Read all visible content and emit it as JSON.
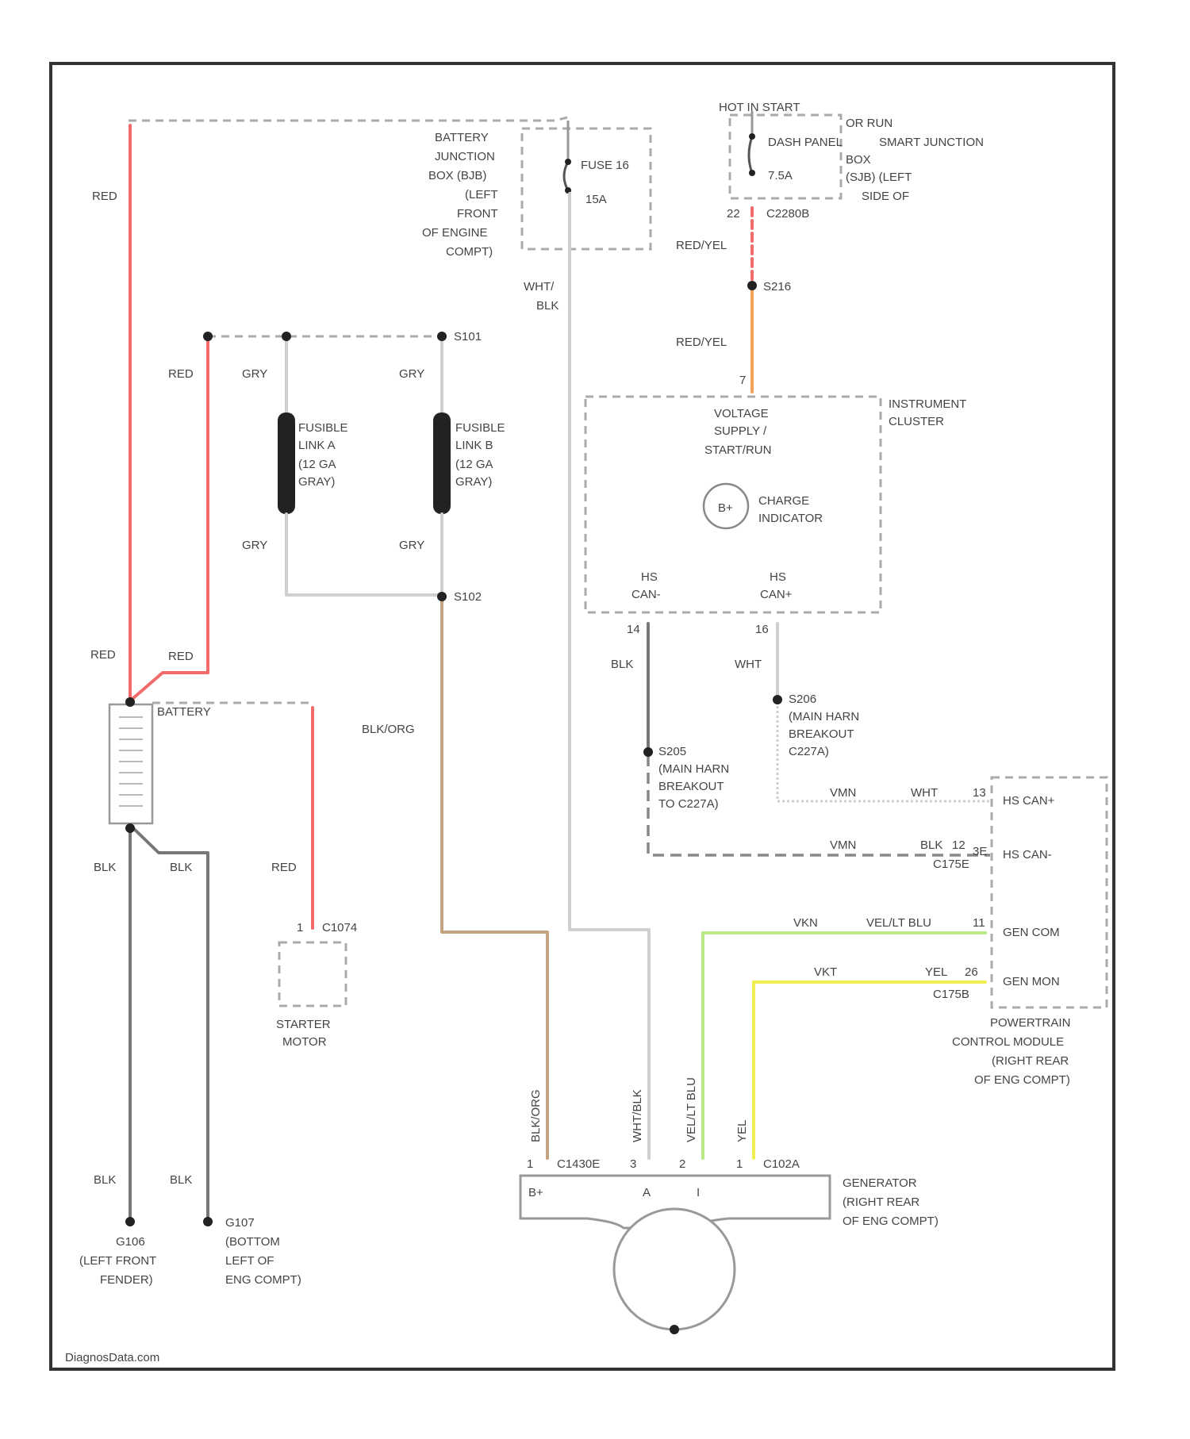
{
  "diagram": {
    "border_color": "#333333",
    "wire_colors": {
      "red": "#f26b6b",
      "gray": "#a8a8a8",
      "dark_gray": "#777777",
      "tan": "#c4a382",
      "light_gray": "#cfcfcf",
      "orange": "#f2a35a",
      "light_green": "#b7ea84",
      "yellow": "#f1ee55"
    },
    "labels": {
      "red_main": "RED",
      "red_mid": "RED",
      "red_left_lower": "RED",
      "red_right_lower": "RED",
      "red_starter": "RED",
      "blk_left": "BLK",
      "blk_right": "BLK",
      "blk_left_lower": "BLK",
      "blk_right_lower": "BLK",
      "gry_fl_a_top": "GRY",
      "gry_fl_a_bot": "GRY",
      "gry_fl_b_top": "GRY",
      "gry_fl_b_bot": "GRY",
      "blk_org_vertical": "BLK/ORG",
      "wht_blk_1": "WHT/",
      "wht_blk_2": "BLK",
      "red_yel_1": "RED/YEL",
      "red_yel_2": "RED/YEL",
      "blk_cluster": "BLK",
      "wht_cluster": "WHT",
      "splice_s101": "S101",
      "splice_s102": "S102",
      "splice_s216": "S216",
      "hot_in_start": "HOT IN START",
      "or_run": "OR RUN",
      "dash_panel_fuse": "DASH PANEL",
      "fuse_7_5a": "7.5A",
      "smart_jb": "SMART JUNCTION",
      "box_2": "BOX",
      "sjb_loc_1": "(SJB) (LEFT",
      "sjb_loc_2": "SIDE OF",
      "pin_22": "22",
      "conn_c2280b": "C2280B",
      "bjb_1": "BATTERY",
      "bjb_2": "JUNCTION",
      "bjb_3": "BOX (BJB)",
      "bjb_4": "(LEFT",
      "bjb_5": "FRONT",
      "bjb_6": "OF ENGINE",
      "bjb_7": "COMPT)",
      "fuse_16": "FUSE 16",
      "fuse_15a": "15A",
      "fl_a_1": "FUSIBLE",
      "fl_a_2": "LINK A",
      "fl_a_3": "(12 GA",
      "fl_a_4": "GRAY)",
      "fl_b_1": "FUSIBLE",
      "fl_b_2": "LINK B",
      "fl_b_3": "(12 GA",
      "fl_b_4": "GRAY)",
      "ic_1": "INSTRUMENT",
      "ic_2": "CLUSTER",
      "ic_pin_7": "7",
      "vs_1": "VOLTAGE",
      "vs_2": "SUPPLY /",
      "vs_3": "START/RUN",
      "charge_1": "CHARGE",
      "charge_2": "INDICATOR",
      "hscan_minus_1": "HS",
      "hscan_minus_2": "CAN-",
      "hscan_plus_1": "HS",
      "hscan_plus_2": "CAN+",
      "pin_14": "14",
      "pin_16": "16",
      "s205_1": "S205",
      "s205_2": "(MAIN HARN",
      "s205_3": "BREAKOUT",
      "s205_4": "TO C227A)",
      "s206_1": "S206",
      "s206_2": "(MAIN HARN",
      "s206_3": "BREAKOUT",
      "s206_4": "C227A)",
      "vmn_1": "VMN",
      "vmn_2": "VMN",
      "wht_pcm": "WHT",
      "blk_pcm": "BLK",
      "pcm_pin_13": "13",
      "pcm_pin_12": "12",
      "pin_3e": "3E",
      "conn_c175e": "C175E",
      "hs_can_plus": "HS CAN+",
      "hs_can_minus": "HS CAN-",
      "gen_com": "GEN COM",
      "gen_mon": "GEN MON",
      "vkn_1": "VKN",
      "velt_blu": "VEL/LT BLU",
      "pin_11": "11",
      "vkt": "VKT",
      "yel": "YEL",
      "pin_26": "26",
      "conn_c175b": "C175B",
      "pcm_1": "POWERTRAIN",
      "pcm_2": "CONTROL MODULE",
      "pcm_3": "(RIGHT REAR",
      "pcm_4": "OF ENG COMPT)",
      "starter_1": "STARTER",
      "starter_2": "MOTOR",
      "pin_1_starter": "1",
      "conn_c1074": "C1074",
      "battery": "BATTERY",
      "ground_g106_1": "G106",
      "ground_g106_2": "(LEFT FRONT",
      "ground_g106_3": "FENDER)",
      "ground_g107_1": "G107",
      "ground_g107_2": "(BOTTOM",
      "ground_g107_3": "LEFT OF",
      "ground_g107_4": "ENG COMPT)",
      "gen_wire_blk_org": "BLK/ORG",
      "gen_wire_wht_blk": "WHT/BLK",
      "gen_wire_vel_lt_blu": "VEL/LT BLU",
      "gen_wire_yel": "YEL",
      "gen_pin_1": "1",
      "conn_c1430": "C1430E",
      "gen_pin_3": "3",
      "gen_pin_2": "2",
      "gen_pin_1b": "1",
      "conn_c102a": "C102A",
      "gen_term_bplus": "B+",
      "gen_term_a": "A",
      "gen_term_i": "I",
      "gen_1": "GENERATOR",
      "gen_2": "(RIGHT REAR",
      "gen_3": "OF ENG COMPT)",
      "watermark": "DiagnosData.com"
    }
  }
}
